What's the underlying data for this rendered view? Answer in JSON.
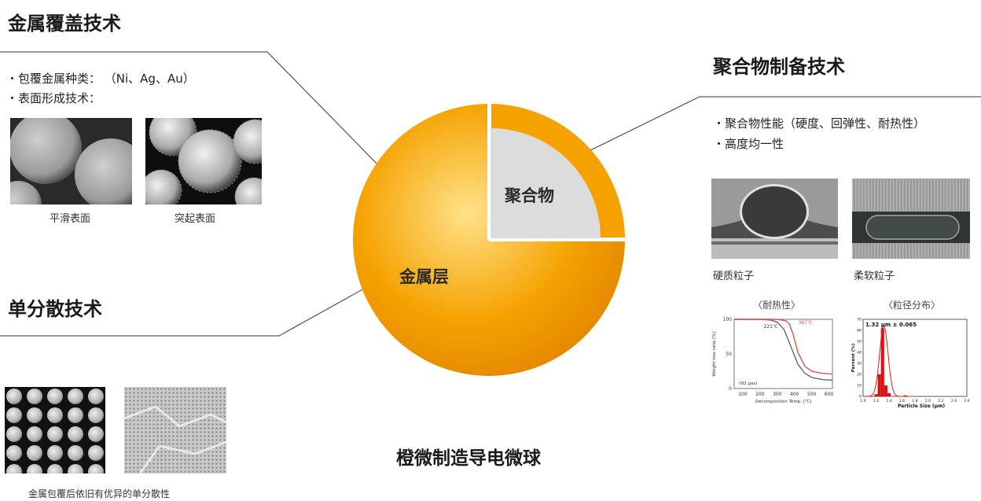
{
  "metal_coating": {
    "title": "金属覆盖技术",
    "bullets": [
      "・包覆金属种类： （Ni、Ag、Au）",
      "・表面形成技术："
    ],
    "images": [
      {
        "caption": "平滑表面"
      },
      {
        "caption": "突起表面"
      }
    ]
  },
  "polymer": {
    "title": "聚合物制备技术",
    "bullets": [
      "・聚合物性能（硬度、回弹性、耐热性）",
      "・高度均一性"
    ],
    "images": [
      {
        "caption": "硬质粒子"
      },
      {
        "caption": "柔软粒子"
      }
    ]
  },
  "monodisperse": {
    "title": "单分散技术",
    "caption": "金属包覆后依旧有优异的单分散性"
  },
  "sphere": {
    "core_label": "聚合物",
    "shell_label": "金属层",
    "product_title": "橙微制造导电微球",
    "colors": {
      "shell": "#f5a200",
      "core": "#dcdcdc",
      "highlight": "#ffe28a"
    }
  },
  "chart_data": [
    {
      "type": "line",
      "title": "〈耐热性〉",
      "xlabel": "Decomposition Temp. [℃]",
      "ylabel": "Weight loss ratio [%]",
      "xlim": [
        50,
        620
      ],
      "ylim": [
        0,
        100
      ],
      "x_ticks": [
        100,
        200,
        300,
        400,
        500,
        600
      ],
      "y_ticks": [
        0,
        50,
        100
      ],
      "annotations": [
        {
          "text": "221℃"
        },
        {
          "text": "367℃"
        },
        {
          "text": "(N2 gas)"
        }
      ],
      "series": [
        {
          "color": "#666666",
          "x": [
            50,
            200,
            260,
            300,
            340,
            380,
            420,
            460,
            500,
            560,
            620
          ],
          "y": [
            100,
            100,
            99,
            96,
            85,
            60,
            35,
            22,
            16,
            13,
            12
          ]
        },
        {
          "color": "#e05050",
          "x": [
            50,
            300,
            350,
            370,
            390,
            420,
            460,
            500,
            560,
            620
          ],
          "y": [
            100,
            100,
            98,
            93,
            80,
            52,
            32,
            25,
            22,
            21
          ]
        }
      ]
    },
    {
      "type": "bar",
      "title": "〈粒径分布〉",
      "xlabel": "Particle Size (μm)",
      "ylabel": "Percent (%)",
      "xlim": [
        1.0,
        2.6
      ],
      "ylim": [
        0,
        70
      ],
      "x_ticks": [
        "1.0",
        "1.2",
        "1.4",
        "1.6",
        "1.8",
        "2.0",
        "2.2",
        "2.4",
        "2.6"
      ],
      "y_ticks": [
        "0",
        "10",
        "20",
        "30",
        "40",
        "50",
        "60",
        "70"
      ],
      "annotation": "1.32 μm ± 0.065",
      "categories": [
        1.2,
        1.25,
        1.3,
        1.35,
        1.4,
        1.45,
        1.5,
        1.55,
        1.6,
        1.65
      ],
      "values": [
        2,
        20,
        62,
        10,
        3,
        0,
        0,
        0,
        0,
        1
      ],
      "fit_curve": {
        "color": "#d32020",
        "mean": 1.32,
        "sd": 0.065,
        "peak": 64
      }
    }
  ]
}
